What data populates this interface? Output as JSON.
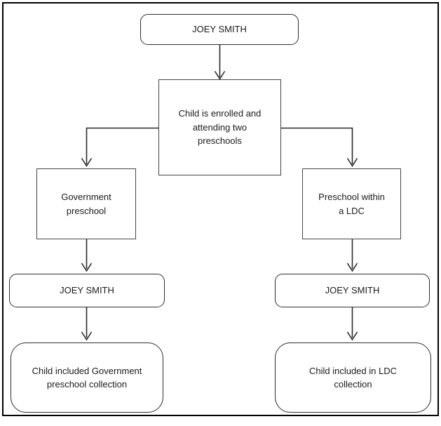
{
  "diagram": {
    "nodes": {
      "root": {
        "label": "JOEY SMITH",
        "shape": "rounded"
      },
      "decision": {
        "label": "Child is enrolled and\nattending two\npreschools",
        "shape": "rect"
      },
      "gov_branch": {
        "label": "Government\npreschool",
        "shape": "rect"
      },
      "ldc_branch": {
        "label": "Preschool within\na LDC",
        "shape": "rect"
      },
      "gov_child": {
        "label": "JOEY SMITH",
        "shape": "rounded"
      },
      "ldc_child": {
        "label": "JOEY SMITH",
        "shape": "rounded"
      },
      "gov_outcome": {
        "label": "Child included Government\npreschool collection",
        "shape": "rounded"
      },
      "ldc_outcome": {
        "label": "Child included in LDC\ncollection",
        "shape": "rounded"
      }
    },
    "edges": [
      {
        "from": "root",
        "to": "decision"
      },
      {
        "from": "decision",
        "to": "gov_branch"
      },
      {
        "from": "decision",
        "to": "ldc_branch"
      },
      {
        "from": "gov_branch",
        "to": "gov_child"
      },
      {
        "from": "ldc_branch",
        "to": "ldc_child"
      },
      {
        "from": "gov_child",
        "to": "gov_outcome"
      },
      {
        "from": "ldc_child",
        "to": "ldc_outcome"
      }
    ],
    "colors": {
      "frame": "#000000",
      "rect_border": "#454545",
      "round_border": "#2e2e2e",
      "connector": "#2b2b2b",
      "background": "#ffffff",
      "text": "#1a1a1a"
    }
  }
}
